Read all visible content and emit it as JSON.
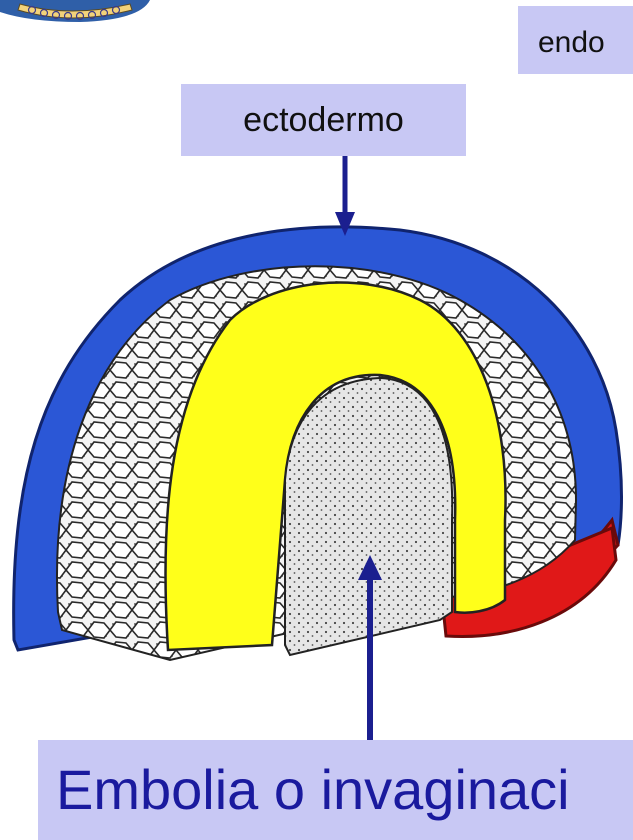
{
  "labels": {
    "top_right_partial": "endo",
    "ectoderm": "ectodermo"
  },
  "caption": "Embolia o invaginaci",
  "colors": {
    "ectoderm": "#2b57d6",
    "endoderm_yellow": "#ffff1a",
    "mesoderm_red": "#e01818",
    "label_background": "#c8c8f4",
    "arrow": "#1b1f8f",
    "caption_text": "#1a1a9e"
  }
}
